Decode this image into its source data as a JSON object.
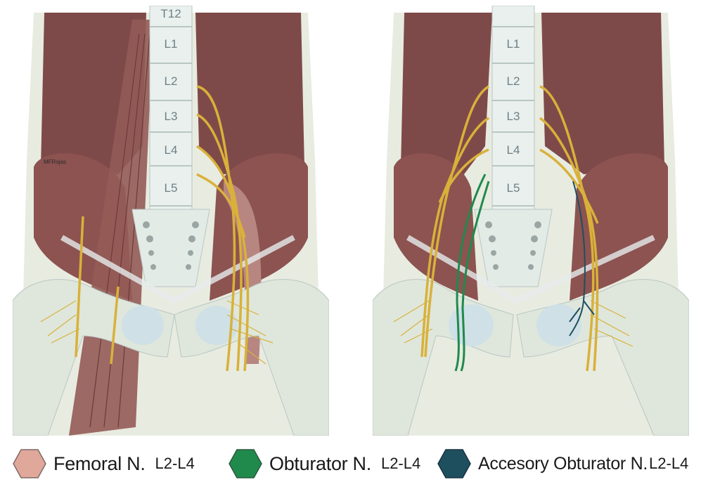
{
  "panels": {
    "left": {
      "vertebrae": [
        "T12",
        "L1",
        "L2",
        "L3",
        "L4",
        "L5"
      ],
      "author": "MFRojas"
    },
    "right": {
      "vertebrae": [
        "L1",
        "L2",
        "L3",
        "L4",
        "L5"
      ]
    }
  },
  "legend": [
    {
      "name": "Femoral N.",
      "level": "L2-L4",
      "color": "#e0a79b"
    },
    {
      "name": "Obturator N.",
      "level": "L2-L4",
      "color": "#1f8a4c"
    },
    {
      "name": "Accesory Obturator N.",
      "level": "L2-L4",
      "color": "#1e4f5f"
    }
  ],
  "colors": {
    "muscle": "#7e4a49",
    "muscle_light": "#a9716c",
    "bone": "#e6eee8",
    "nerve_yellow": "#d9b13a",
    "obturator": "#1f8a4c",
    "accessory_obturator": "#1e4f5f"
  }
}
